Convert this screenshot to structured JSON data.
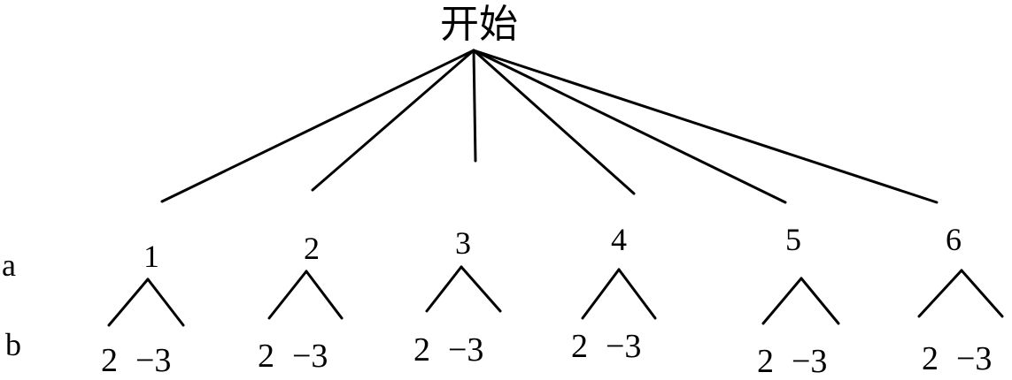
{
  "root": {
    "label": "开始"
  },
  "row_labels": {
    "a": "a",
    "b": "b"
  },
  "branches": [
    {
      "number": "1",
      "left": "2",
      "right": "−3"
    },
    {
      "number": "2",
      "left": "2",
      "right": "−3"
    },
    {
      "number": "3",
      "left": "2",
      "right": "−3"
    },
    {
      "number": "4",
      "left": "2",
      "right": "−3"
    },
    {
      "number": "5",
      "left": "2",
      "right": "−3"
    },
    {
      "number": "6",
      "left": "2",
      "right": "−3"
    }
  ]
}
